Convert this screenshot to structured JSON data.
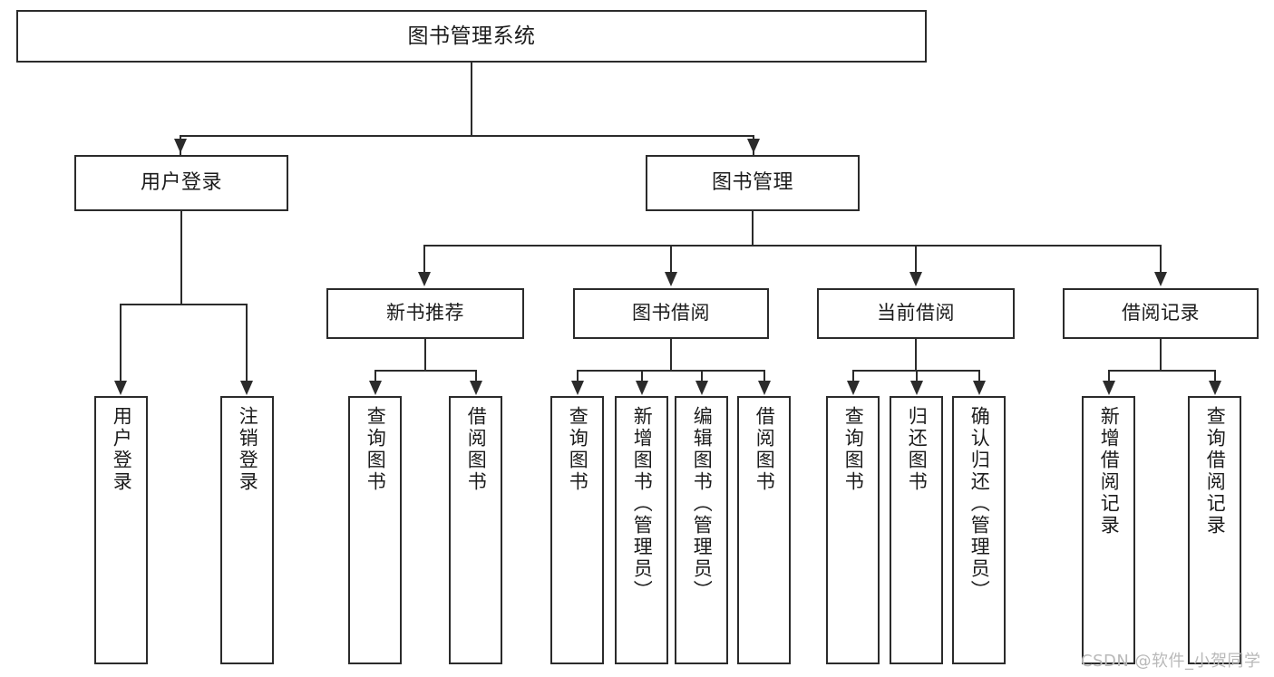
{
  "diagram": {
    "title": "图书管理系统",
    "type": "tree",
    "root": {
      "label": "图书管理系统"
    },
    "level1": [
      {
        "label": "用户登录"
      },
      {
        "label": "图书管理"
      }
    ],
    "level2": [
      {
        "label": "新书推荐"
      },
      {
        "label": "图书借阅"
      },
      {
        "label": "当前借阅"
      },
      {
        "label": "借阅记录"
      }
    ],
    "leaves": {
      "user_login": [
        {
          "label": "用户登录"
        },
        {
          "label": "注销登录"
        }
      ],
      "new_book_recommend": [
        {
          "label": "查询图书"
        },
        {
          "label": "借阅图书"
        }
      ],
      "book_borrow": [
        {
          "label": "查询图书"
        },
        {
          "label": "新增图书（管理员）"
        },
        {
          "label": "编辑图书（管理员）"
        },
        {
          "label": "借阅图书"
        }
      ],
      "current_borrow": [
        {
          "label": "查询图书"
        },
        {
          "label": "归还图书"
        },
        {
          "label": "确认归还（管理员）"
        }
      ],
      "borrow_record": [
        {
          "label": "新增借阅记录"
        },
        {
          "label": "查询借阅记录"
        }
      ]
    }
  },
  "watermark": {
    "text": "CSDN @软件_小贺同学"
  },
  "colors": {
    "stroke": "#2b2b2b",
    "background": "#ffffff",
    "text": "#1b1b1b",
    "watermark": "#b9b9b9"
  }
}
